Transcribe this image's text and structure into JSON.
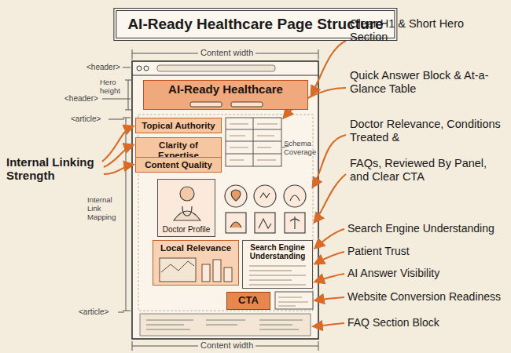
{
  "diagram": {
    "title": "AI-Ready Healthcare Page Structure",
    "nodes": [
      {
        "text": [
          "AI-Ready Healthcare"
        ]
      },
      {
        "text": [
          "Topical Authority"
        ]
      },
      {
        "text": [
          "Clarity of Expertise"
        ]
      },
      {
        "text": [
          "Content Quality"
        ]
      },
      {
        "text": [
          "Doctor Profile"
        ]
      },
      {
        "text": [
          "Local Relevance"
        ]
      },
      {
        "text": [
          "Search Engine Understanding"
        ]
      },
      {
        "text": [
          "CTA"
        ]
      }
    ],
    "labels": [
      "Content width",
      "<header>",
      "<header>",
      "Hero height",
      "<article>",
      "Internal Link Mapping",
      "<article>",
      "Content width",
      "Schema Coverage",
      "Internal Linking Strength",
      "Clear H1 & Short Hero Section",
      "Quick Answer Block & At-a-Glance Table",
      "Doctor Relevance, Conditions Treated &",
      "FAQs, Reviewed By Panel, and Clear CTA",
      "Search Engine Understanding",
      "Patient Trust",
      "AI Answer Visibility",
      "Website Conversion Readiness",
      "FAQ Section Block"
    ]
  }
}
